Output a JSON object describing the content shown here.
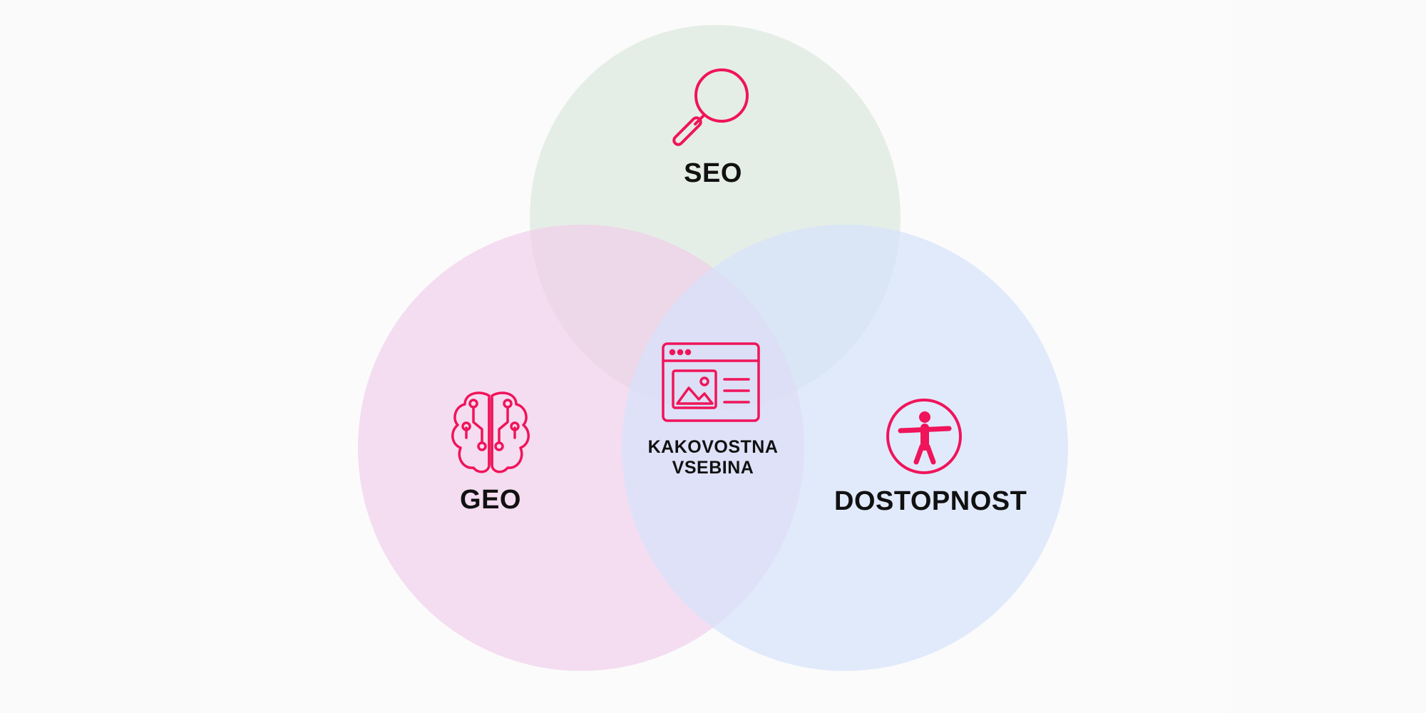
{
  "diagram": {
    "labels": {
      "seo": "SEO",
      "geo": "GEO",
      "dostopnost": "DOSTOPNOST",
      "center_line1": "KAKOVOSTNA",
      "center_line2": "VSEBINA"
    },
    "icons": {
      "seo": "magnifier-icon",
      "geo": "brain-circuit-icon",
      "dostopnost": "accessibility-icon",
      "center": "web-content-icon"
    },
    "colors": {
      "seo_circle": "#dde9df",
      "geo_circle": "#f0caea",
      "dostopnost_circle": "#d6e2fb",
      "icon_accent": "#f0145a",
      "text": "#111111"
    }
  }
}
